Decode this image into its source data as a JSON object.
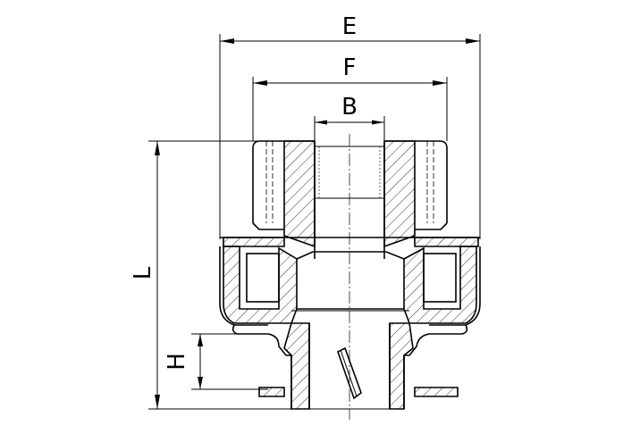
{
  "dimensions": {
    "E": "E",
    "F": "F",
    "B": "B",
    "L": "L",
    "H": "H"
  }
}
